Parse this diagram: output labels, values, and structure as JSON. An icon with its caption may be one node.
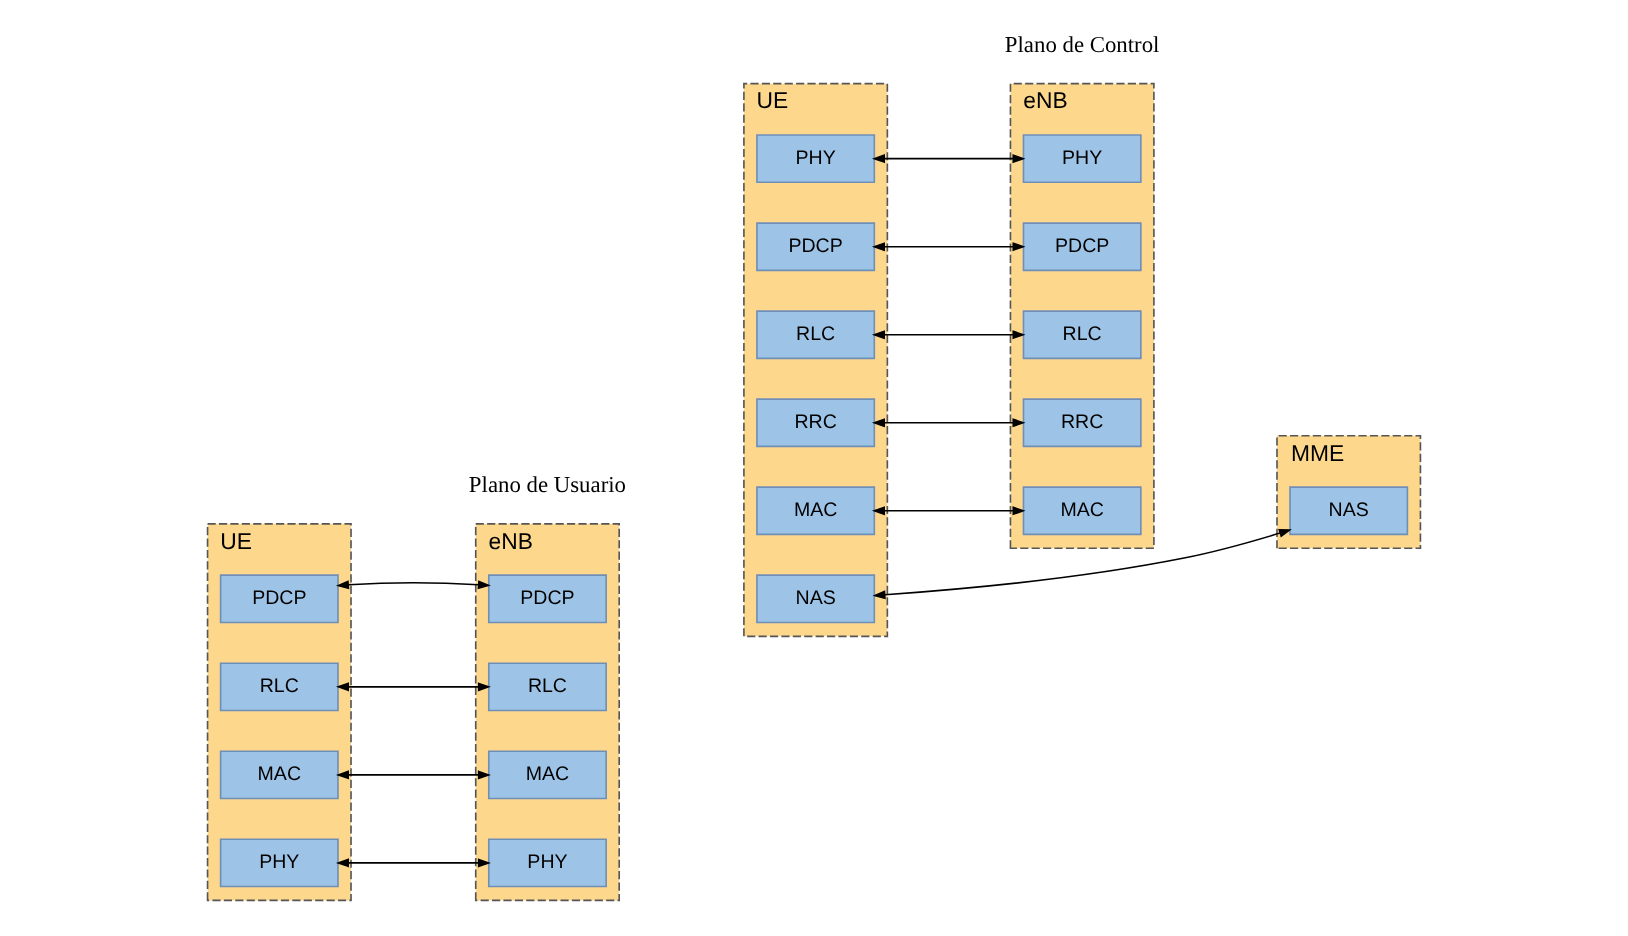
{
  "diagram": {
    "nodes": [
      {
        "text": [
          "UE"
        ]
      },
      {
        "text": [
          "PDCP"
        ],
        "in": 0
      },
      {
        "text": [
          "RLC"
        ],
        "in": 0
      },
      {
        "text": [
          "MAC"
        ],
        "in": 0
      },
      {
        "text": [
          "PHY"
        ],
        "in": 0
      },
      {
        "text": [
          "eNB"
        ]
      },
      {
        "text": [
          "PDCP"
        ],
        "in": 5
      },
      {
        "text": [
          "RLC"
        ],
        "in": 5
      },
      {
        "text": [
          "MAC"
        ],
        "in": 5
      },
      {
        "text": [
          "PHY"
        ],
        "in": 5
      },
      {
        "text": [
          "UE"
        ]
      },
      {
        "text": [
          "NAS"
        ],
        "in": 10
      },
      {
        "text": [
          "RRC"
        ],
        "in": 10
      },
      {
        "text": [
          "PDCP"
        ],
        "in": 10
      },
      {
        "text": [
          "RLC"
        ],
        "in": 10
      },
      {
        "text": [
          "MAC"
        ],
        "in": 10
      },
      {
        "text": [
          "PHY"
        ],
        "in": 10
      },
      {
        "text": [
          "eNB"
        ]
      },
      {
        "text": [
          "RRC"
        ],
        "in": 17
      },
      {
        "text": [
          "PDCP"
        ],
        "in": 17
      },
      {
        "text": [
          "RLC"
        ],
        "in": 17
      },
      {
        "text": [
          "MAC"
        ],
        "in": 17
      },
      {
        "text": [
          "PHY"
        ],
        "in": 17
      },
      {
        "text": [
          "MME"
        ]
      },
      {
        "text": [
          "NAS"
        ],
        "in": 23
      }
    ],
    "edges": [
      {
        "from": 1,
        "to": 6,
        "arrow": "both"
      },
      {
        "from": 2,
        "to": 7,
        "arrow": "both"
      },
      {
        "from": 3,
        "to": 8,
        "arrow": "both"
      },
      {
        "from": 4,
        "to": 9,
        "arrow": "both"
      },
      {
        "from": 11,
        "to": 24,
        "arrow": "both"
      },
      {
        "from": 12,
        "to": 18,
        "arrow": "both"
      },
      {
        "from": 13,
        "to": 19,
        "arrow": "both"
      },
      {
        "from": 14,
        "to": 20,
        "arrow": "both"
      },
      {
        "from": 15,
        "to": 21,
        "arrow": "both"
      },
      {
        "from": 16,
        "to": 22,
        "arrow": "both"
      }
    ],
    "labels": [
      "Plano de Usuario",
      "Plano de Control"
    ]
  }
}
